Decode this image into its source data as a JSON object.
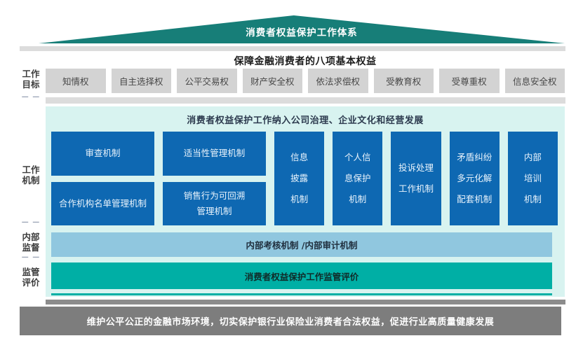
{
  "roof": {
    "title": "消费者权益保护工作体系"
  },
  "rights": {
    "side_label": "工作\n目标",
    "header": "保障金融消费者的八项基本权益",
    "items": [
      "知情权",
      "自主选择权",
      "公平交易权",
      "财产安全权",
      "依法求偿权",
      "受教育权",
      "受尊重权",
      "信息安全权"
    ]
  },
  "mechanisms": {
    "side_label": "工作\n机制",
    "header": "消费者权益保护工作纳入公司治理、企业文化和经营发展",
    "grid": {
      "col1_top": "审查机制",
      "col1_bottom": "合作机构名单管理机制",
      "col2_top": "适当性管理机制",
      "col2_bottom": "销售行为可回溯\n管理机制",
      "tall": [
        "信息\n披露\n机制",
        "个人信\n息保护\n机制",
        "投诉处理\n工作机制",
        "矛盾纠纷\n多元化解\n配套机制",
        "内部\n培训\n机制"
      ]
    }
  },
  "internal_audit": {
    "side_label": "内部\n监督",
    "text": "内部考核机制 /内部审计机制"
  },
  "regulatory": {
    "side_label": "监管\n评价",
    "text": "消费者权益保护工作监管评价"
  },
  "rail_dash": "— —",
  "footer": {
    "text": "维护公平公正的金融市场环境，切实保护银行业保险业消费者合法权益，促进行业高质量健康发展"
  },
  "colors": {
    "roof_teal": "#177E78",
    "mechanism_blue": "#0E68B2",
    "panel_cyan": "#D8F3F0",
    "audit_lightblue": "#90C7DF",
    "regulatory_teal": "#00AFA5",
    "footer_gray": "#7D7D7D",
    "chip_gray": "#D3D3D3"
  }
}
